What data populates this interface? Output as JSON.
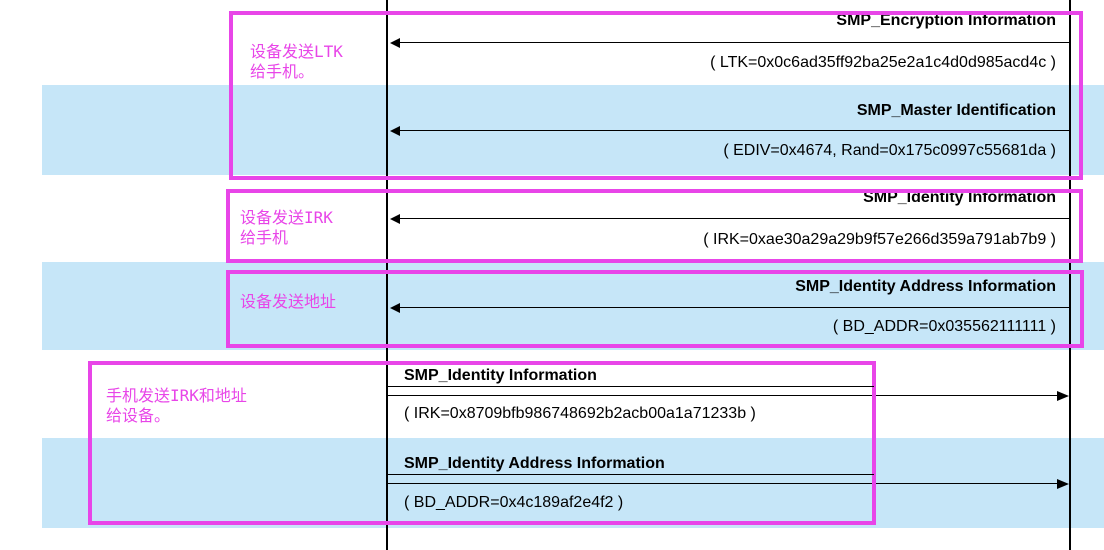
{
  "messages": [
    {
      "title": "SMP_Encryption Information",
      "param": "( LTK=0x0c6ad35ff92ba25e2a1c4d0d985acd4c )",
      "direction": "to-phone"
    },
    {
      "title": "SMP_Master Identification",
      "param": "( EDIV=0x4674, Rand=0x175c0997c55681da )",
      "direction": "to-phone"
    },
    {
      "title": "SMP_Identity Information",
      "param": "( IRK=0xae30a29a29b9f57e266d359a791ab7b9 )",
      "direction": "to-phone"
    },
    {
      "title": "SMP_Identity Address Information",
      "param": "( BD_ADDR=0x035562111111 )",
      "direction": "to-phone"
    },
    {
      "title": "SMP_Identity Information",
      "param": "( IRK=0x8709bfb986748692b2acb00a1a71233b )",
      "direction": "to-device"
    },
    {
      "title": "SMP_Identity Address Information",
      "param": "( BD_ADDR=0x4c189af2e4f2 )",
      "direction": "to-device"
    }
  ],
  "annotations": {
    "ltk": "设备发送LTK\n给手机。",
    "irk": "设备发送IRK\n给手机",
    "addr": "设备发送地址",
    "phone": "手机发送IRK和地址\n给设备。"
  },
  "colors": {
    "band": "#c6e6f8",
    "highlight": "#e845e8",
    "line": "#000000"
  }
}
